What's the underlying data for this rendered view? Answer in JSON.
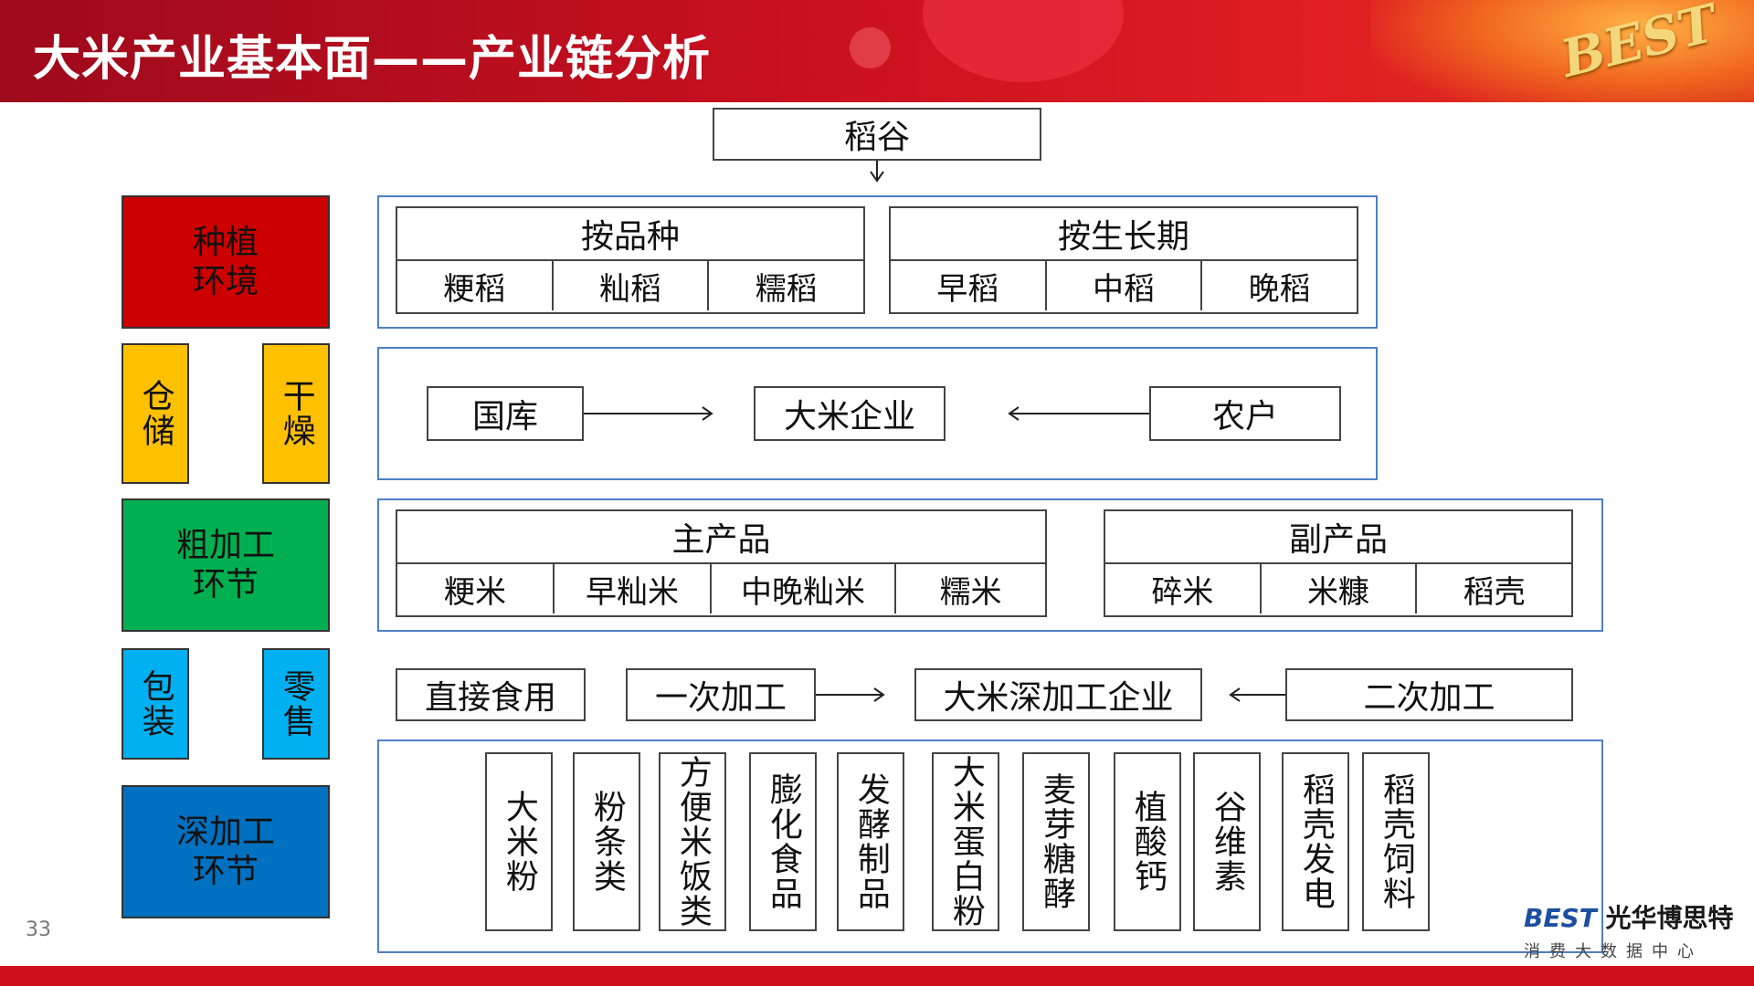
{
  "header": {
    "title": "大米产业基本面——产业链分析",
    "logo": "BEST"
  },
  "top_node": "稻谷",
  "side": {
    "planting": "种植环境",
    "storage": "仓储",
    "drying": "干燥",
    "rough": "粗加工环节",
    "packaging": "包装",
    "retail": "零售",
    "deep": "深加工环节"
  },
  "variety": {
    "title": "按品种",
    "items": [
      "粳稻",
      "籼稻",
      "糯稻"
    ]
  },
  "growth": {
    "title": "按生长期",
    "items": [
      "早稻",
      "中稻",
      "晚稻"
    ]
  },
  "flow1": {
    "left": "国库",
    "center": "大米企业",
    "right": "农户"
  },
  "main_products": {
    "title": "主产品",
    "items": [
      "粳米",
      "早籼米",
      "中晚籼米",
      "糯米"
    ]
  },
  "by_products": {
    "title": "副产品",
    "items": [
      "碎米",
      "米糠",
      "稻壳"
    ]
  },
  "flow2": {
    "direct": "直接食用",
    "primary": "一次加工",
    "center": "大米深加工企业",
    "secondary": "二次加工"
  },
  "deep_products": [
    "大米粉",
    "粉条类",
    "方便米饭类",
    "膨化食品",
    "发酵制品",
    "大米蛋白粉",
    "麦芽糖酵",
    "植酸钙",
    "谷维素",
    "稻壳发电",
    "稻壳饲料"
  ],
  "footer": {
    "page": "33",
    "brand_best": "BEST",
    "brand_name": "光华博思特",
    "brand_sub": "消费大数据中心"
  },
  "colors": {
    "planting": "#cc0000",
    "storage": "#ffc000",
    "rough": "#00b050",
    "packaging": "#00b0f0",
    "deep": "#0070c0",
    "panel_border": "#4f7fc8"
  }
}
